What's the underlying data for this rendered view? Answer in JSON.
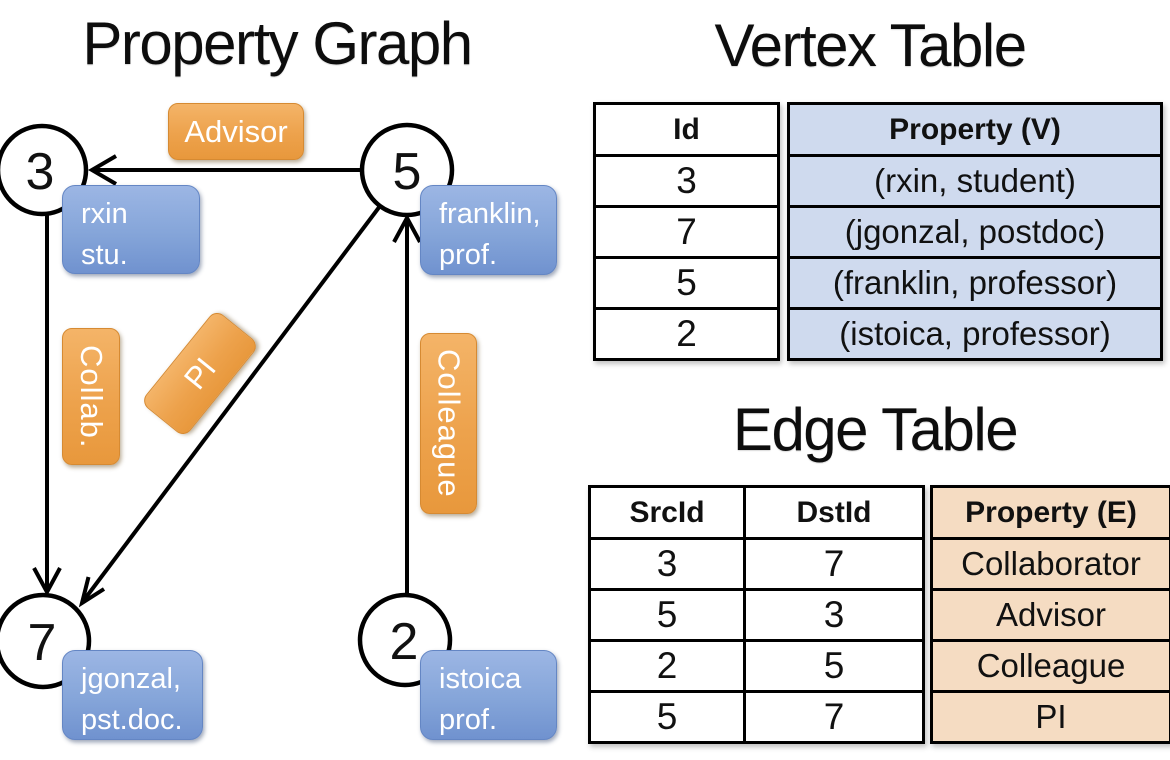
{
  "slide": {
    "graph_title": "Property Graph",
    "vertex_table_title": "Vertex Table",
    "edge_table_title": "Edge Table"
  },
  "graph": {
    "nodes": [
      {
        "id": "3",
        "property_line1": "rxin",
        "property_line2": "stu."
      },
      {
        "id": "5",
        "property_line1": "franklin,",
        "property_line2": "prof."
      },
      {
        "id": "7",
        "property_line1": "jgonzal,",
        "property_line2": "pst.doc."
      },
      {
        "id": "2",
        "property_line1": "istoica",
        "property_line2": "prof."
      }
    ],
    "edges": [
      {
        "label": "Advisor"
      },
      {
        "label": "Collab."
      },
      {
        "label": "PI"
      },
      {
        "label": "Colleague"
      }
    ]
  },
  "vertex_table": {
    "columns": [
      "Id",
      "Property (V)"
    ],
    "rows": [
      [
        "3",
        "(rxin, student)"
      ],
      [
        "7",
        "(jgonzal, postdoc)"
      ],
      [
        "5",
        "(franklin, professor)"
      ],
      [
        "2",
        "(istoica, professor)"
      ]
    ]
  },
  "edge_table": {
    "columns": [
      "SrcId",
      "DstId",
      "Property (E)"
    ],
    "rows": [
      [
        "3",
        "7",
        "Collaborator"
      ],
      [
        "5",
        "3",
        "Advisor"
      ],
      [
        "2",
        "5",
        "Colleague"
      ],
      [
        "5",
        "7",
        "PI"
      ]
    ]
  },
  "colors": {
    "edge_label_fill": "#eda24c",
    "vertex_label_fill": "#85a5d9",
    "vertex_property_bg": "#cfdaee",
    "edge_property_bg": "#f5dcc2",
    "line_color": "#000000"
  }
}
